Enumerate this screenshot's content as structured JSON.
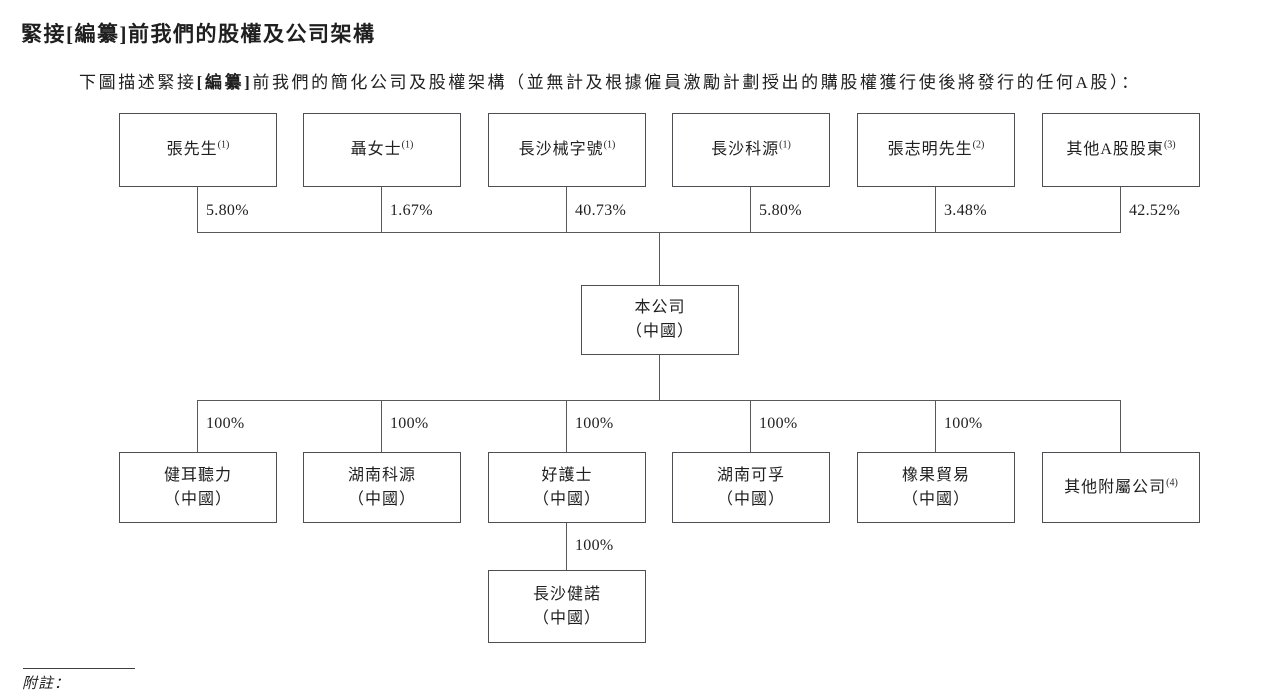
{
  "page": {
    "heading": {
      "pre": "緊接",
      "redacted": "[編纂]",
      "post": "前我們的股權及公司架構"
    },
    "intro": {
      "pre": "下圖描述緊接",
      "redacted": "[編纂]",
      "post": "前我們的簡化公司及股權架構（並無計及根據僱員激勵計劃授出的購股權獲行使後將發行的任何A股）："
    },
    "footnote_label": "附註："
  },
  "chart": {
    "type": "shareholding-structure-diagram",
    "shareholders": [
      {
        "name": "張先生",
        "note": "(1)",
        "pct": "5.80%"
      },
      {
        "name": "聶女士",
        "note": "(1)",
        "pct": "1.67%"
      },
      {
        "name": "長沙械字號",
        "note": "(1)",
        "pct": "40.73%"
      },
      {
        "name": "長沙科源",
        "note": "(1)",
        "pct": "5.80%"
      },
      {
        "name": "張志明先生",
        "note": "(2)",
        "pct": "3.48%"
      },
      {
        "name": "其他A股股東",
        "note": "(3)",
        "pct": "42.52%"
      }
    ],
    "company": {
      "name": "本公司",
      "country": "（中國）"
    },
    "subsidiaries": [
      {
        "name": "健耳聽力",
        "country": "（中國）",
        "pct": "100%"
      },
      {
        "name": "湖南科源",
        "country": "（中國）",
        "pct": "100%"
      },
      {
        "name": "好護士",
        "country": "（中國）",
        "pct": "100%"
      },
      {
        "name": "湖南可孚",
        "country": "（中國）",
        "pct": "100%"
      },
      {
        "name": "橡果貿易",
        "country": "（中國）",
        "pct": "100%"
      },
      {
        "name": "其他附屬公司",
        "note": "(4)",
        "pct": ""
      }
    ],
    "sub_subsidiary": {
      "name": "長沙健諾",
      "country": "（中國）",
      "pct": "100%",
      "parent": "好護士"
    }
  }
}
